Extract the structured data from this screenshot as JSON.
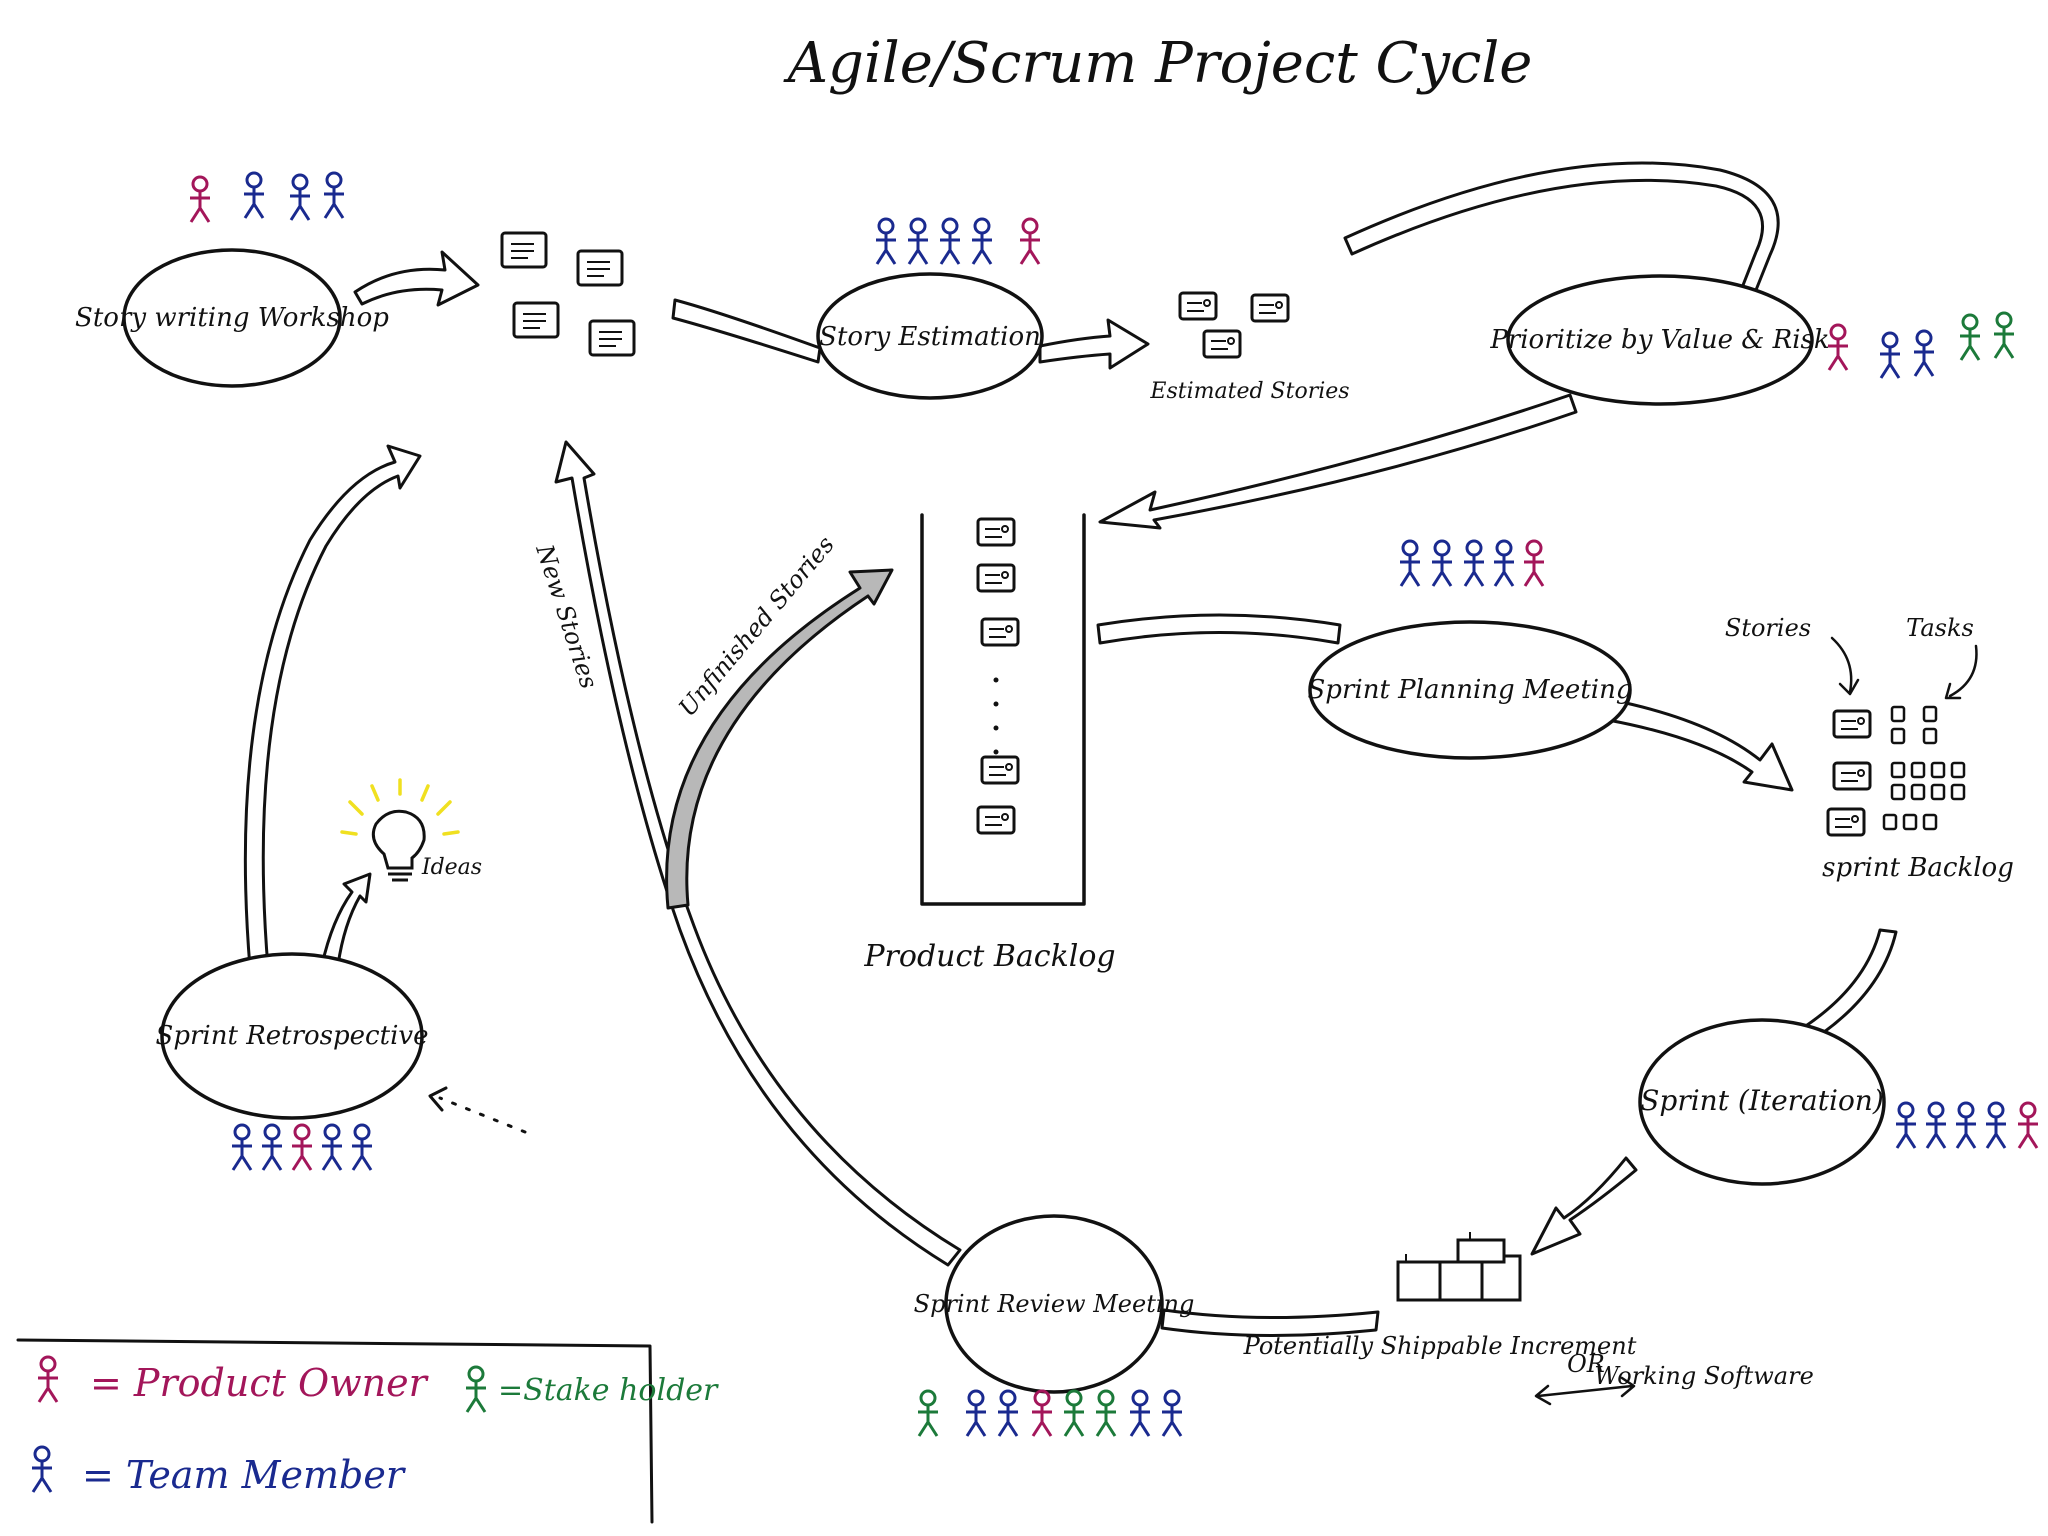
{
  "title": "Agile/Scrum Project Cycle",
  "nodes": {
    "story_writing": "Story writing Workshop",
    "story_estimation": "Story Estimation",
    "estimated_stories": "Estimated Stories",
    "prioritize": "Prioritize by Value & Risk",
    "product_backlog": "Product Backlog",
    "sprint_planning": "Sprint Planning Meeting",
    "sprint_backlog": "sprint Backlog",
    "stories_label": "Stories",
    "tasks_label": "Tasks",
    "sprint": "Sprint (Iteration)",
    "increment": "Potentially Shippable Increment",
    "or_label": "OR",
    "working_software": "Working Software",
    "sprint_review": "Sprint Review Meeting",
    "sprint_retro": "Sprint Retrospective",
    "ideas": "Ideas"
  },
  "flows": {
    "new_stories": "New Stories",
    "unfinished_stories": "Unfinished Stories"
  },
  "legend": {
    "product_owner": "= Product Owner",
    "team_member": "= Team Member",
    "stakeholder": "=Stake holder"
  },
  "colors": {
    "product_owner": "#a3165a",
    "team_member": "#1a2a8f",
    "stakeholder": "#1c7a3a",
    "ink": "#111111",
    "unfinished_fill": "#b8b8b8",
    "bulb": "#f0e020"
  }
}
